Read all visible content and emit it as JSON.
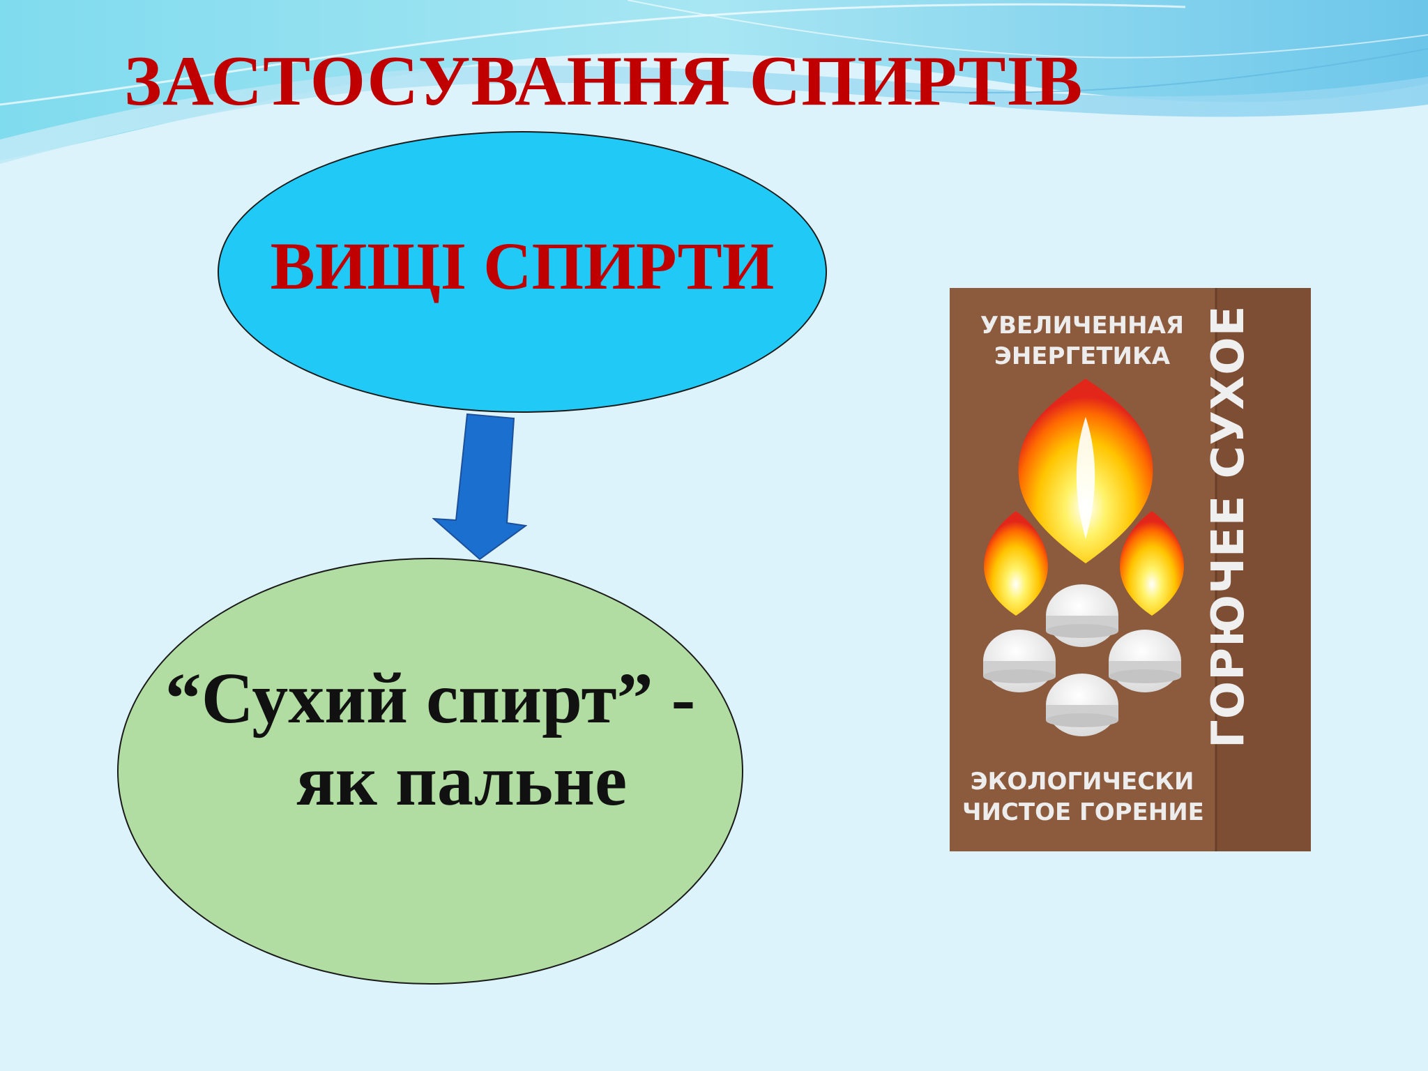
{
  "slide": {
    "title": "ЗАСТОСУВАННЯ СПИРТІВ"
  },
  "diagram": {
    "top_node": {
      "label": "ВИЩІ СПИРТИ",
      "fill": "#21c9f6",
      "text_color": "#c00000"
    },
    "bottom_node": {
      "line1": "“Сухий спирт” -",
      "line2": "як пальне",
      "fill": "#b1dca2"
    },
    "arrow_color": "#1a6fcf"
  },
  "package": {
    "top_text_1": "УВЕЛИЧЕННАЯ",
    "top_text_2": "ЭНЕРГЕТИКА",
    "bottom_text_1": "ЭКОЛОГИЧЕСКИ",
    "bottom_text_2": "ЧИСТОЕ ГОРЕНИЕ",
    "side_text": "ГОРЮЧЕЕ СУХОЕ",
    "box_color": "#8c5a3c"
  }
}
